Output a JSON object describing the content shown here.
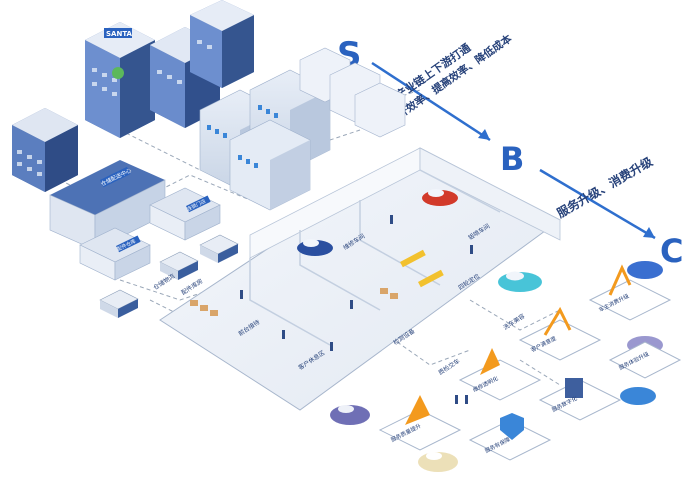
{
  "stages": {
    "s": "S",
    "b": "B",
    "c": "C"
  },
  "s_to_b": {
    "line1": "产业链上下游打通",
    "line2": "提升效率、提高效率、降低成本"
  },
  "b_to_c": {
    "line1": "服务升级、消费升级"
  },
  "buildings": {
    "left_sign": "SANTA",
    "warehouse": "仓储配送中心",
    "small_store_1": "连锁门店",
    "small_store_2": "配件仓库"
  },
  "workshop_labels": [
    "前台接待",
    "客户休息区",
    "维修车间",
    "钣喷车间",
    "四轮定位",
    "检测设备",
    "配件库房",
    "洗车美容",
    "质检交车",
    "仓储物流"
  ],
  "service_tiles": [
    "服务质量提升",
    "服务有保障",
    "服务数字化",
    "维修透明化",
    "客户满意度",
    "车主消费升级",
    "服务体验升级"
  ],
  "colors": {
    "accent_blue": "#1f5fbf",
    "light_blue": "#3a86d8",
    "orange": "#f39a1e",
    "red_car": "#d23a2a",
    "cyan_car": "#48c4d8"
  }
}
